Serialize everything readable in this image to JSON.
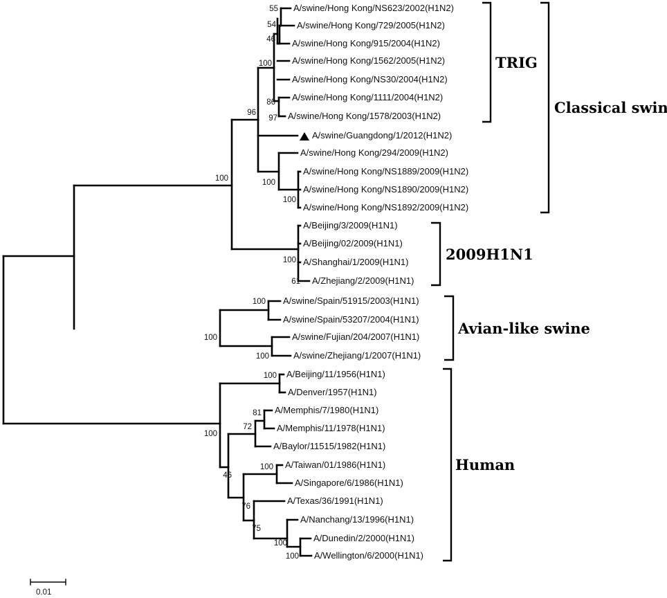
{
  "leaves": [
    "A/swine/Hong Kong/NS623/2002(H1N2)",
    "A/swine/Hong Kong/729/2005(H1N2)",
    "A/swine/Hong Kong/915/2004(H1N2)",
    "A/swine/Hong Kong/1562/2005(H1N2)",
    "A/swine/Hong Kong/NS30/2004(H1N2)",
    "A/swine/Hong Kong/1111/2004(H1N2)",
    "A/swine/Hong Kong/1578/2003(H1N2)",
    "A/swine/Guangdong/1/2012(H1N2)",
    "A/swine/Hong Kong/294/2009(H1N2)",
    "A/swine/Hong Kong/NS1889/2009(H1N2)",
    "A/swine/Hong Kong/NS1890/2009(H1N2)",
    "A/swine/Hong Kong/NS1892/2009(H1N2)",
    "A/Beijing/3/2009(H1N1)",
    "A/Beijing/02/2009(H1N1)",
    "A/Shanghai/1/2009(H1N1)",
    "A/Zhejiang/2/2009(H1N1)",
    "A/swine/Spain/51915/2003(H1N1)",
    "A/swine/Spain/53207/2004(H1N1)",
    "A/swine/Fujian/204/2007(H1N1)",
    "A/swine/Zhejiang/1/2007(H1N1)",
    "A/Beijing/11/1956(H1N1)",
    "A/Denver/1957(H1N1)",
    "A/Memphis/7/1980(H1N1)",
    "A/Memphis/11/1978(H1N1)",
    "A/Baylor/11515/1982(H1N1)",
    "A/Taiwan/01/1986(H1N1)",
    "A/Singapore/6/1986(H1N1)",
    "A/Texas/36/1991(H1N1)",
    "A/Nanchang/13/1996(H1N1)",
    "A/Dunedin/2/2000(H1N1)",
    "A/Wellington/6/2000(H1N1)"
  ],
  "bootstrap": [
    "55",
    "54",
    "46",
    "100",
    "86",
    "97",
    "96",
    "100",
    "100",
    "100",
    "100",
    "61",
    "100",
    "100",
    "100",
    "100",
    "81",
    "72",
    "100",
    "100",
    "46",
    "76",
    "75",
    "100",
    "100"
  ],
  "clades": [
    "TRIG",
    "Classical swine",
    "2009H1N1",
    "Avian-like swine",
    "Human"
  ],
  "scale_bar": "0.01",
  "marker": {
    "symbol": "triangle",
    "leaf": "A/swine/Guangdong/1/2012(H1N2)",
    "color": "#000000"
  }
}
